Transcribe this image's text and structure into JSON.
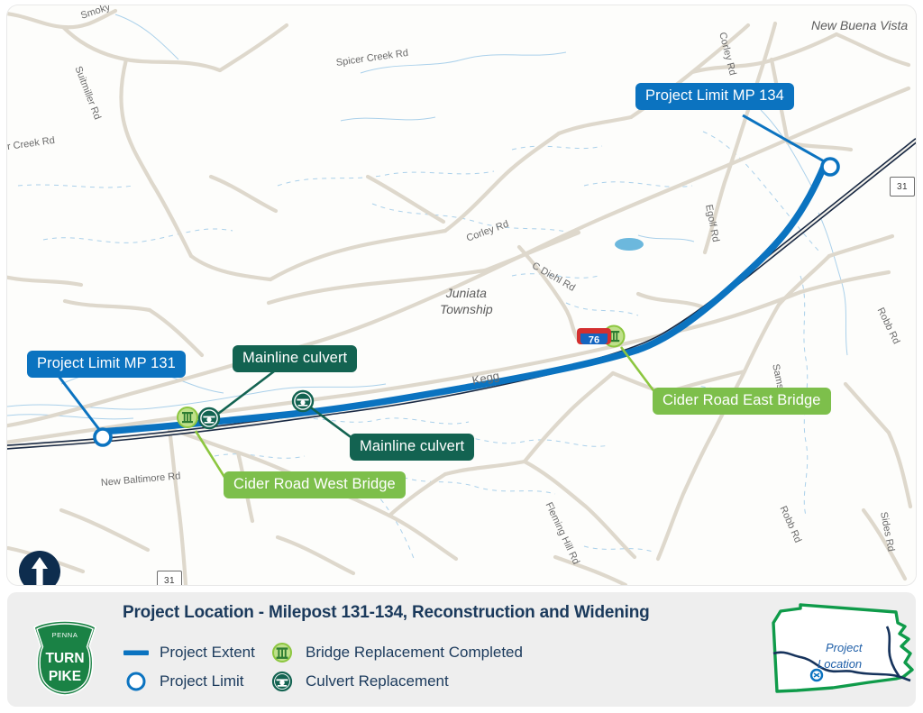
{
  "map": {
    "basemap_colors": {
      "background": "#fdfdfb",
      "road": "#ded8cc",
      "highway_casing": "#1a2a44",
      "stream": "#7fb8e0",
      "water": "#6cb8dd",
      "project_extent": "#0b73c0",
      "bridge_green": "#7dbf4b",
      "culvert_green": "#136351"
    },
    "callouts": [
      {
        "id": "mp134",
        "label": "Project Limit MP 134",
        "style": "blue"
      },
      {
        "id": "mp131",
        "label": "Project Limit MP 131",
        "style": "blue"
      },
      {
        "id": "culvert_west",
        "label": "Mainline culvert",
        "style": "dgreen"
      },
      {
        "id": "culvert_east",
        "label": "Mainline culvert",
        "style": "dgreen"
      },
      {
        "id": "cider_west",
        "label": "Cider Road West Bridge",
        "style": "lgreen"
      },
      {
        "id": "cider_east",
        "label": "Cider Road East Bridge",
        "style": "lgreen"
      }
    ],
    "road_labels": [
      "Smoky",
      "Spicer Creek Rd",
      "Suitmiller Rd",
      "er Creek Rd",
      "Corley Rd",
      "Corley Rd",
      "Egolf Rd",
      "C Diehl Rd",
      "Kegg",
      "New Baltimore Rd",
      "Sams",
      "Robb Rd",
      "Robb Rd",
      "Sides Rd",
      "Fleming Hill Rd"
    ],
    "place_labels": [
      "New Buena Vista",
      "Juniata\nTownship"
    ],
    "place_juniata_line1": "Juniata",
    "place_juniata_line2": "Township",
    "place_new_buena_vista": "New Buena Vista",
    "route_shields": [
      {
        "id": "shield-31-east",
        "number": "31"
      },
      {
        "id": "shield-31-south",
        "number": "31"
      }
    ],
    "interstate_shield": {
      "number": "76",
      "banner": ""
    },
    "compass": {
      "name": "north-arrow"
    }
  },
  "legend": {
    "title": "Project Location - Milepost 131-134, Reconstruction and Widening",
    "items": [
      {
        "id": "project-extent",
        "label": "Project Extent",
        "icon": "line-swatch",
        "color": "#0b73c0"
      },
      {
        "id": "project-limit",
        "label": "Project Limit",
        "icon": "circle-outline-swatch",
        "color": "#0b73c0"
      },
      {
        "id": "bridge-replacement",
        "label": "Bridge Replacement Completed",
        "icon": "bridge-icon",
        "color": "#8cc63f"
      },
      {
        "id": "culvert-replacement",
        "label": "Culvert Replacement",
        "icon": "culvert-icon",
        "color": "#136351"
      }
    ],
    "logo": {
      "line1": "PENNA",
      "line2": "TURN",
      "line3": "PIKE",
      "color": "#1a8245"
    },
    "inset": {
      "label_line1": "Project",
      "label_line2": "Location",
      "outline_color": "#0f9b4a",
      "turnpike_color": "#16335c",
      "marker_color": "#0b73c0"
    }
  }
}
